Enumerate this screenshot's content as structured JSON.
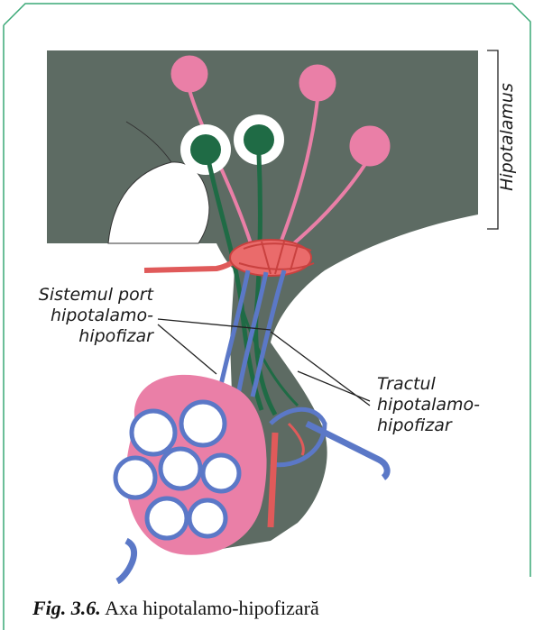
{
  "labels": {
    "hypothalamus": "Hipotalamus",
    "portal_system": [
      "Sistemul port",
      "hipotalamo-",
      "hipofizar"
    ],
    "tract": [
      "Tractul",
      "hipotalamo-",
      "hipofizar"
    ]
  },
  "caption": {
    "number": "Fig. 3.6.",
    "text": "Axa hipotalamo-hipofizară"
  },
  "colors": {
    "frame": "#3aa876",
    "tissue": "#5d6b63",
    "neuron_pink": "#ea7fa7",
    "neuron_green": "#1f6b45",
    "vein_blue": "#5b78c7",
    "artery_red": "#e05a5a"
  }
}
